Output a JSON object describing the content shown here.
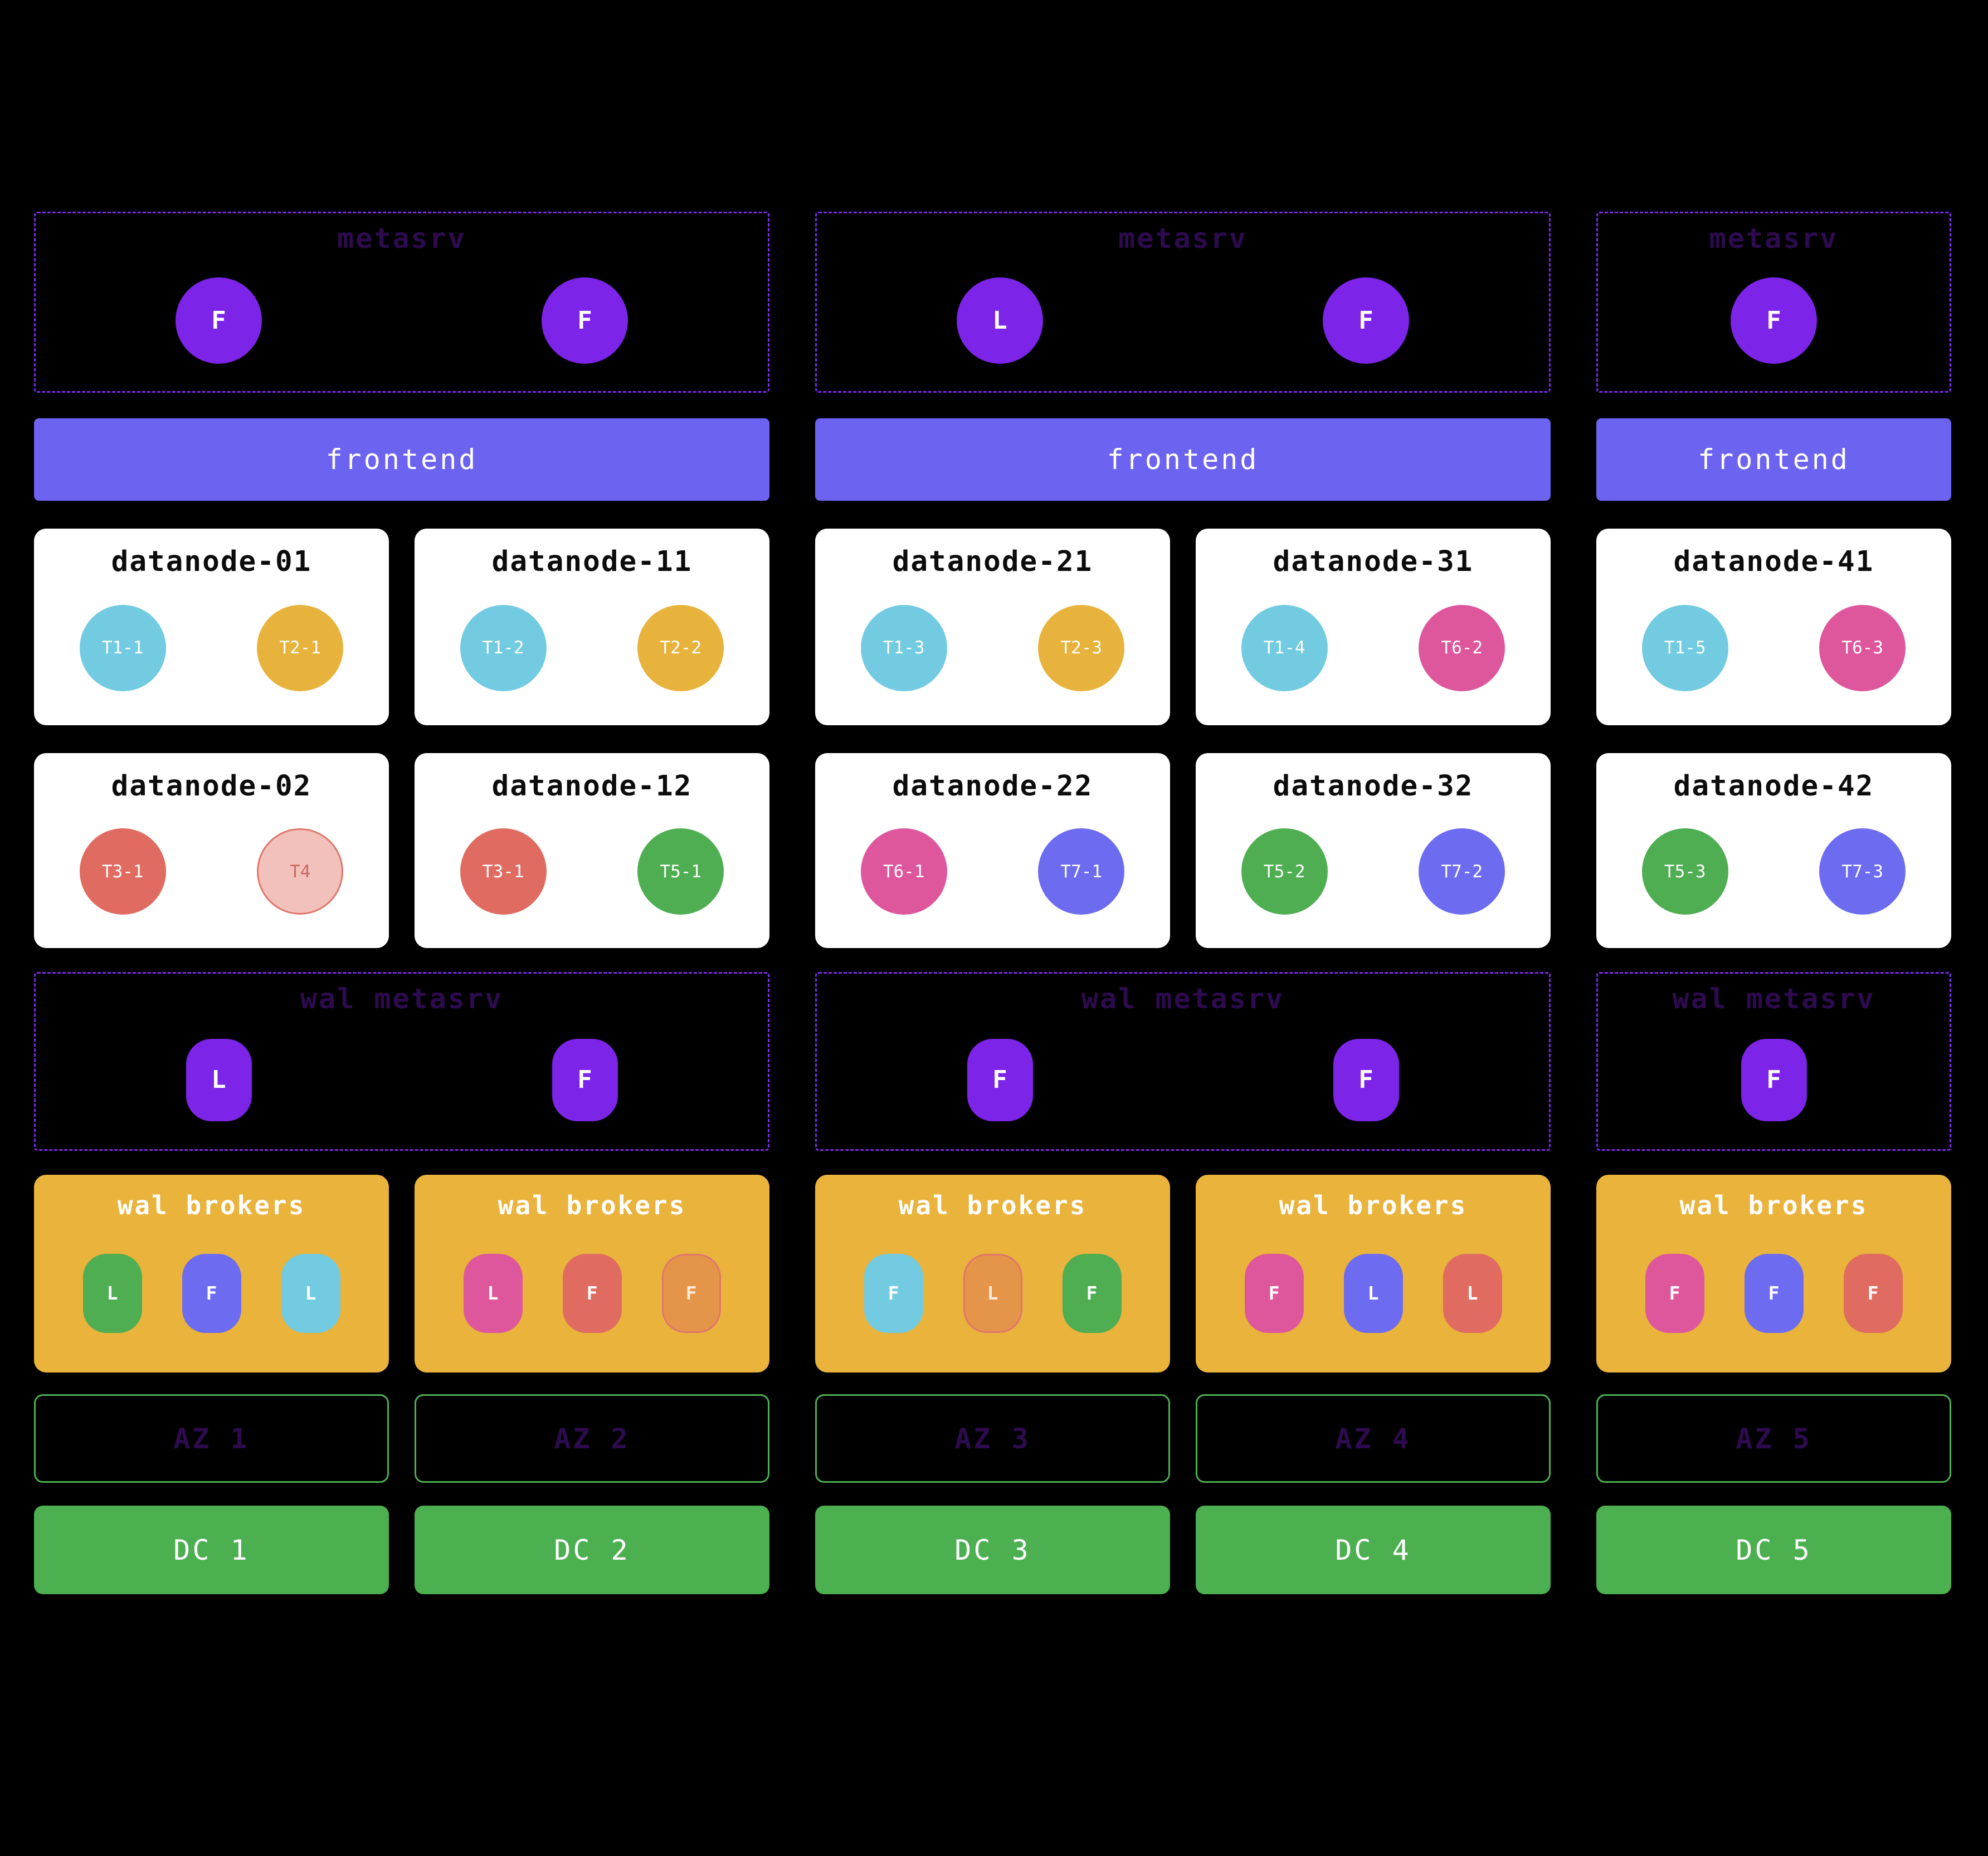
{
  "palette": {
    "background": "#000000",
    "metasrv_node": "#7c24e8",
    "metasrv_border": "#7c2ae8",
    "dim_title": "#2d0b4e",
    "frontend": "#6c63f0",
    "cyan": "#73cbe1",
    "amber": "#e8b33c",
    "pink": "#de579c",
    "salmon": "#e06b60",
    "green": "#4caf50",
    "indigo": "#6d6cf0"
  },
  "groups": [
    {
      "metasrv": {
        "title": "metasrv",
        "nodes": [
          {
            "label": "F"
          },
          {
            "label": "F"
          }
        ]
      },
      "frontend": {
        "label": "frontend"
      },
      "wal_metasrv": {
        "title": "wal metasrv",
        "nodes": [
          {
            "label": "L"
          },
          {
            "label": "F"
          }
        ]
      }
    },
    {
      "metasrv": {
        "title": "metasrv",
        "nodes": [
          {
            "label": "L"
          },
          {
            "label": "F"
          }
        ]
      },
      "frontend": {
        "label": "frontend"
      },
      "wal_metasrv": {
        "title": "wal metasrv",
        "nodes": [
          {
            "label": "F"
          },
          {
            "label": "F"
          }
        ]
      }
    },
    {
      "metasrv": {
        "title": "metasrv",
        "nodes": [
          {
            "label": "F"
          }
        ]
      },
      "frontend": {
        "label": "frontend"
      },
      "wal_metasrv": {
        "title": "wal metasrv",
        "nodes": [
          {
            "label": "F"
          }
        ]
      }
    }
  ],
  "datanodes_row1": [
    {
      "title": "datanode-01",
      "chips": [
        {
          "label": "T1-1",
          "color": "cyan"
        },
        {
          "label": "T2-1",
          "color": "yellow"
        }
      ]
    },
    {
      "title": "datanode-11",
      "chips": [
        {
          "label": "T1-2",
          "color": "cyan"
        },
        {
          "label": "T2-2",
          "color": "yellow"
        }
      ]
    },
    {
      "title": "datanode-21",
      "chips": [
        {
          "label": "T1-3",
          "color": "cyan"
        },
        {
          "label": "T2-3",
          "color": "yellow"
        }
      ]
    },
    {
      "title": "datanode-31",
      "chips": [
        {
          "label": "T1-4",
          "color": "cyan"
        },
        {
          "label": "T6-2",
          "color": "pink"
        }
      ]
    },
    {
      "title": "datanode-41",
      "chips": [
        {
          "label": "T1-5",
          "color": "cyan"
        },
        {
          "label": "T6-3",
          "color": "pink"
        }
      ]
    }
  ],
  "datanodes_row2": [
    {
      "title": "datanode-02",
      "chips": [
        {
          "label": "T3-1",
          "color": "salmon"
        },
        {
          "label": "T4",
          "color": "ghost-salmon"
        }
      ]
    },
    {
      "title": "datanode-12",
      "chips": [
        {
          "label": "T3-1",
          "color": "salmon"
        },
        {
          "label": "T5-1",
          "color": "green"
        }
      ]
    },
    {
      "title": "datanode-22",
      "chips": [
        {
          "label": "T6-1",
          "color": "pink"
        },
        {
          "label": "T7-1",
          "color": "indigo"
        }
      ]
    },
    {
      "title": "datanode-32",
      "chips": [
        {
          "label": "T5-2",
          "color": "green"
        },
        {
          "label": "T7-2",
          "color": "indigo"
        }
      ]
    },
    {
      "title": "datanode-42",
      "chips": [
        {
          "label": "T5-3",
          "color": "green"
        },
        {
          "label": "T7-3",
          "color": "indigo"
        }
      ]
    }
  ],
  "wal_brokers": [
    {
      "title": "wal brokers",
      "pills": [
        {
          "label": "L",
          "color": "green"
        },
        {
          "label": "F",
          "color": "indigo"
        },
        {
          "label": "L",
          "color": "cyan"
        }
      ]
    },
    {
      "title": "wal brokers",
      "pills": [
        {
          "label": "L",
          "color": "pink"
        },
        {
          "label": "F",
          "color": "salmon"
        },
        {
          "label": "F",
          "color": "ghost-salmon"
        }
      ]
    },
    {
      "title": "wal brokers",
      "pills": [
        {
          "label": "F",
          "color": "cyan"
        },
        {
          "label": "L",
          "color": "ghost-salmon"
        },
        {
          "label": "F",
          "color": "green"
        }
      ]
    },
    {
      "title": "wal brokers",
      "pills": [
        {
          "label": "F",
          "color": "pink"
        },
        {
          "label": "L",
          "color": "indigo"
        },
        {
          "label": "L",
          "color": "salmon"
        }
      ]
    },
    {
      "title": "wal brokers",
      "pills": [
        {
          "label": "F",
          "color": "pink"
        },
        {
          "label": "F",
          "color": "indigo"
        },
        {
          "label": "F",
          "color": "salmon"
        }
      ]
    }
  ],
  "azs": [
    {
      "label": "AZ 1"
    },
    {
      "label": "AZ 2"
    },
    {
      "label": "AZ 3"
    },
    {
      "label": "AZ 4"
    },
    {
      "label": "AZ 5"
    }
  ],
  "dcs": [
    {
      "label": "DC 1"
    },
    {
      "label": "DC 2"
    },
    {
      "label": "DC 3"
    },
    {
      "label": "DC 4"
    },
    {
      "label": "DC 5"
    }
  ]
}
